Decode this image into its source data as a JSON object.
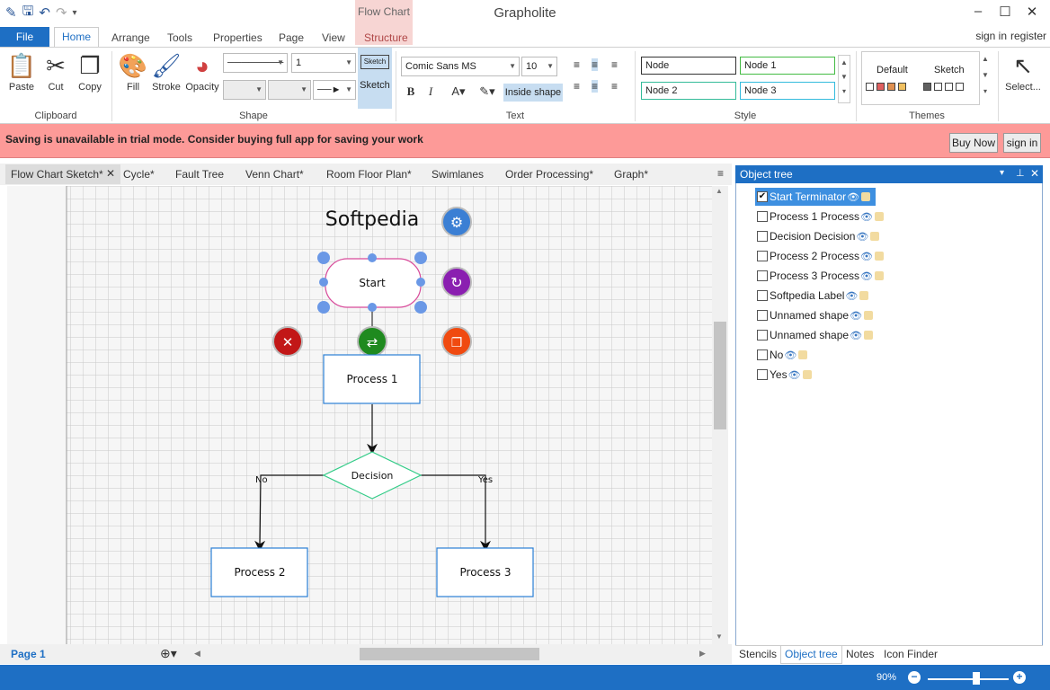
{
  "app": {
    "title": "Grapholite",
    "context_tab_group": "Flow Chart"
  },
  "window": {
    "minimize": "–",
    "maximize": "☐",
    "close": "✕"
  },
  "ribbon_tabs": [
    {
      "label": "File"
    },
    {
      "label": "Home"
    },
    {
      "label": "Arrange"
    },
    {
      "label": "Tools"
    },
    {
      "label": "Properties"
    },
    {
      "label": "Page"
    },
    {
      "label": "View"
    },
    {
      "label": "Structure"
    }
  ],
  "account": {
    "sign_in": "sign in",
    "register": "register"
  },
  "clipboard": {
    "label": "Clipboard",
    "paste": "Paste",
    "cut": "Cut",
    "copy": "Copy"
  },
  "shape_group": {
    "label": "Shape",
    "fill": "Fill",
    "stroke": "Stroke",
    "opacity": "Opacity",
    "line_width": "1",
    "sketch": "Sketch",
    "sketch_badge": "Sketch"
  },
  "text_group": {
    "label": "Text",
    "font": "Comic Sans MS",
    "size": "10",
    "bold": "B",
    "italic": "I",
    "inside_shape": "Inside shape"
  },
  "style_group": {
    "label": "Style",
    "boxes": [
      "Node",
      "Node 1",
      "Node 2",
      "Node 3"
    ],
    "colors": [
      "#333333",
      "#44bb44",
      "#33bb99",
      "#33bbdd"
    ]
  },
  "themes_group": {
    "label": "Themes",
    "default": "Default",
    "sketch": "Sketch",
    "default_swatches": [
      "#ffffff",
      "#e06060",
      "#e09050",
      "#f0c060"
    ],
    "sketch_swatches": [
      "#606060",
      "#ffffff",
      "#ffffff",
      "#ffffff"
    ]
  },
  "select": {
    "label": "Select..."
  },
  "trial": {
    "message": "Saving is unavailable in trial mode. Consider buying full app for saving your work",
    "buy_now": "Buy Now",
    "sign_in": "sign in"
  },
  "doc_tabs": [
    "Flow Chart Sketch*",
    "Cycle*",
    "Fault Tree",
    "Venn Chart*",
    "Room Floor Plan*",
    "Swimlanes",
    "Order Processing*",
    "Graph*"
  ],
  "diagram": {
    "label": "Softpedia",
    "start": "Start",
    "process1": "Process 1",
    "decision": "Decision",
    "process2": "Process 2",
    "process3": "Process 3",
    "no": "No",
    "yes": "Yes"
  },
  "pages": {
    "current": "Page 1"
  },
  "object_tree": {
    "title": "Object tree",
    "items": [
      {
        "label": "Start Terminator",
        "checked": true
      },
      {
        "label": "Process 1 Process",
        "checked": false
      },
      {
        "label": "Decision Decision",
        "checked": false
      },
      {
        "label": "Process 2 Process",
        "checked": false
      },
      {
        "label": "Process 3 Process",
        "checked": false
      },
      {
        "label": "Softpedia Label",
        "checked": false
      },
      {
        "label": "Unnamed shape",
        "checked": false
      },
      {
        "label": "Unnamed shape",
        "checked": false
      },
      {
        "label": "No",
        "checked": false
      },
      {
        "label": "Yes",
        "checked": false
      }
    ]
  },
  "panel_tabs": [
    "Stencils",
    "Object tree",
    "Notes",
    "Icon Finder"
  ],
  "status": {
    "zoom": "90%",
    "zoom_level": 0.6
  },
  "colors": {
    "accent": "#1e6fc4",
    "trial_bar": "#fd9a98",
    "selection": "#3d8fe0"
  }
}
